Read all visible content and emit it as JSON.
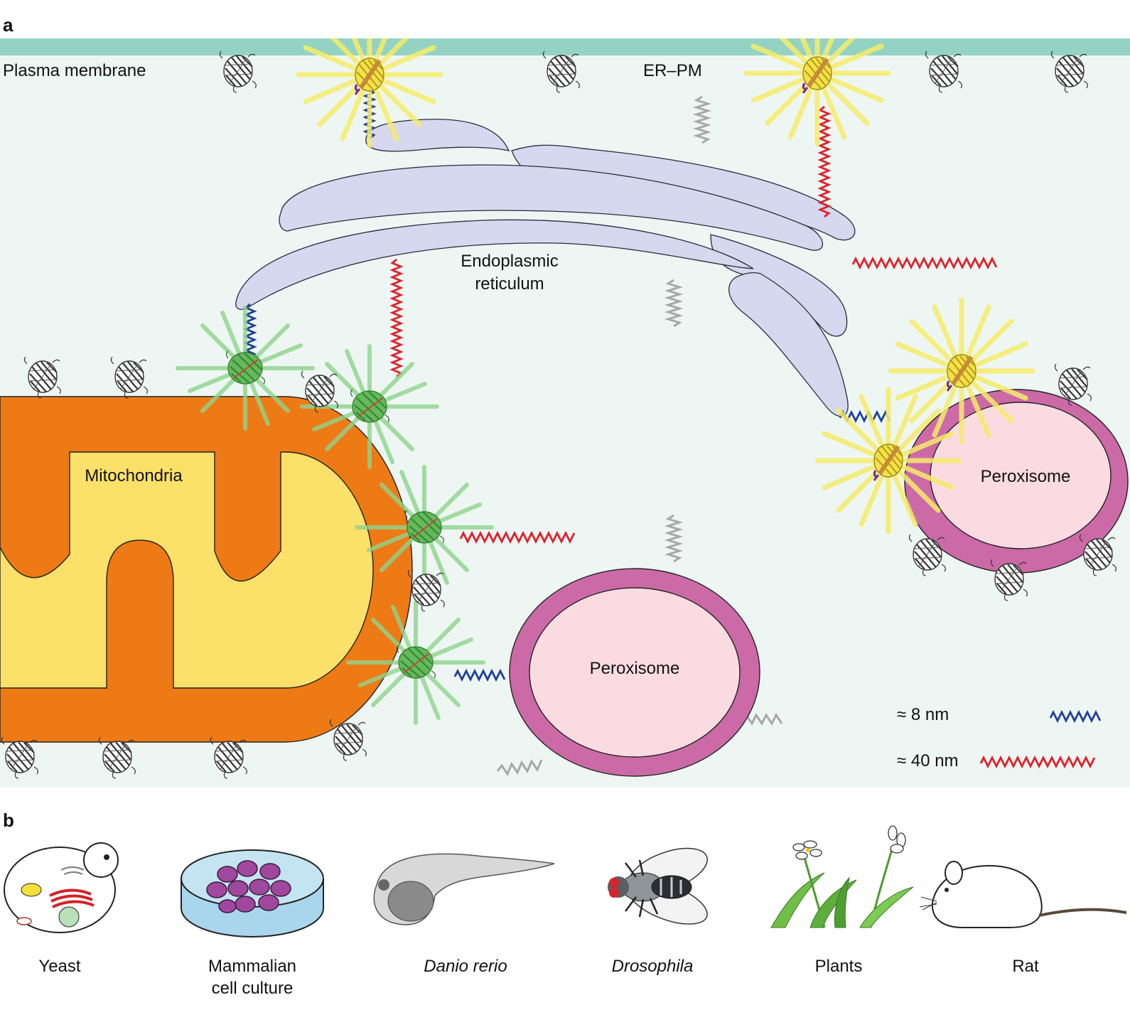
{
  "panel_a": {
    "letter": "a",
    "labels": {
      "plasma_membrane": "Plasma membrane",
      "er_pm": "ER–PM",
      "er_line1": "Endoplasmic",
      "er_line2": "reticulum",
      "mitochondria": "Mitochondria",
      "peroxisome_bottom": "Peroxisome",
      "peroxisome_right": "Peroxisome"
    },
    "legend": [
      {
        "label": "≈ 8 nm",
        "color": "#1f3f9a"
      },
      {
        "label": "≈ 40 nm",
        "color": "#e0202a"
      }
    ],
    "colors": {
      "cytoplasm": "#eef6f3",
      "plasma_membrane": "#94d3c3",
      "er": "#d5d8ee",
      "mito_outer": "#ee7a16",
      "mito_inner": "#fbe06a",
      "perox_ring": "#cc6aa8",
      "perox_lumen": "#fadbe2",
      "glow_yellow": "#f6ec6a",
      "glow_green": "#8fd48c",
      "tether_gray": "#a8a8a8"
    }
  },
  "panel_b": {
    "letter": "b",
    "organisms": [
      {
        "name": "Yeast",
        "name2": "",
        "italic": false,
        "icon": "yeast-icon"
      },
      {
        "name": "Mammalian",
        "name2": "cell culture",
        "italic": false,
        "icon": "petri-dish-icon"
      },
      {
        "name": "Danio rerio",
        "name2": "",
        "italic": true,
        "icon": "zebrafish-embryo-icon"
      },
      {
        "name": "Drosophila",
        "name2": "",
        "italic": true,
        "icon": "fly-icon"
      },
      {
        "name": "Plants",
        "name2": "",
        "italic": false,
        "icon": "plant-icon"
      },
      {
        "name": "Rat",
        "name2": "",
        "italic": false,
        "icon": "rat-icon"
      }
    ]
  }
}
